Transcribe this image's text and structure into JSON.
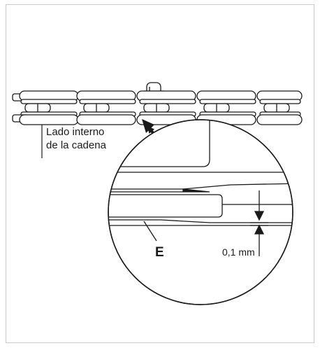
{
  "labels": {
    "chain_inner_line1": "Lado interno",
    "chain_inner_line2": "de la cadena",
    "callout_letter": "E",
    "measurement": "0,1 mm"
  },
  "colors": {
    "stroke": "#1a1a1a",
    "frame": "#c9c9c9",
    "link_fill": "#ffffff",
    "shade": "#e6e6e6"
  },
  "icons": {
    "pointer": "arrow-up-left-icon",
    "dimension_arrows": "dimension-arrows-icon"
  }
}
